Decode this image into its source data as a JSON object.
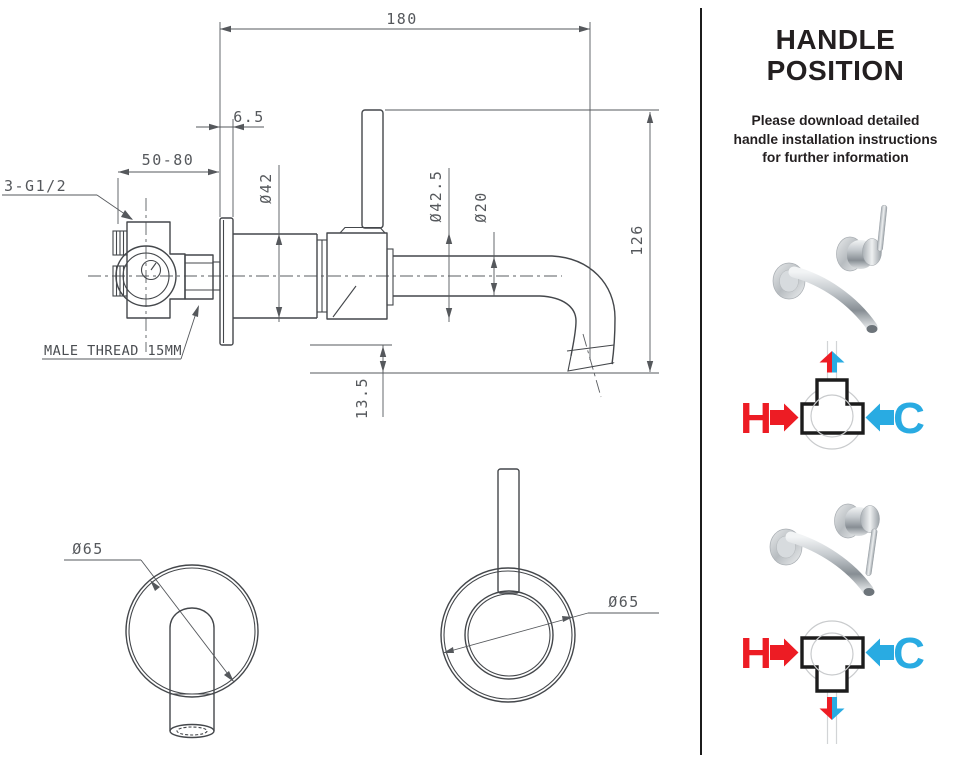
{
  "drawing": {
    "dims": {
      "total_reach": "180",
      "plate_thickness": "6.5",
      "wall_depth": "50-80",
      "thread_note": "3-G1/2",
      "male_thread_note": "MALE THREAD 15MM",
      "escutcheon_dia": "Ø42",
      "body_dia": "Ø42.5",
      "spout_dia": "Ø20",
      "handle_height": "126",
      "spout_drop": "13.5",
      "spout_plate_dia": "Ø65",
      "handle_plate_dia": "Ø65"
    }
  },
  "panel": {
    "title_line1": "HANDLE",
    "title_line2": "POSITION",
    "note_line1": "Please download detailed",
    "note_line2": "handle installation instructions",
    "note_line3": "for further information",
    "hot_label": "H",
    "cold_label": "C",
    "colors": {
      "hot": "#ed1c24",
      "cold": "#29abe2",
      "ink": "#231f20",
      "line": "#44474b"
    }
  }
}
